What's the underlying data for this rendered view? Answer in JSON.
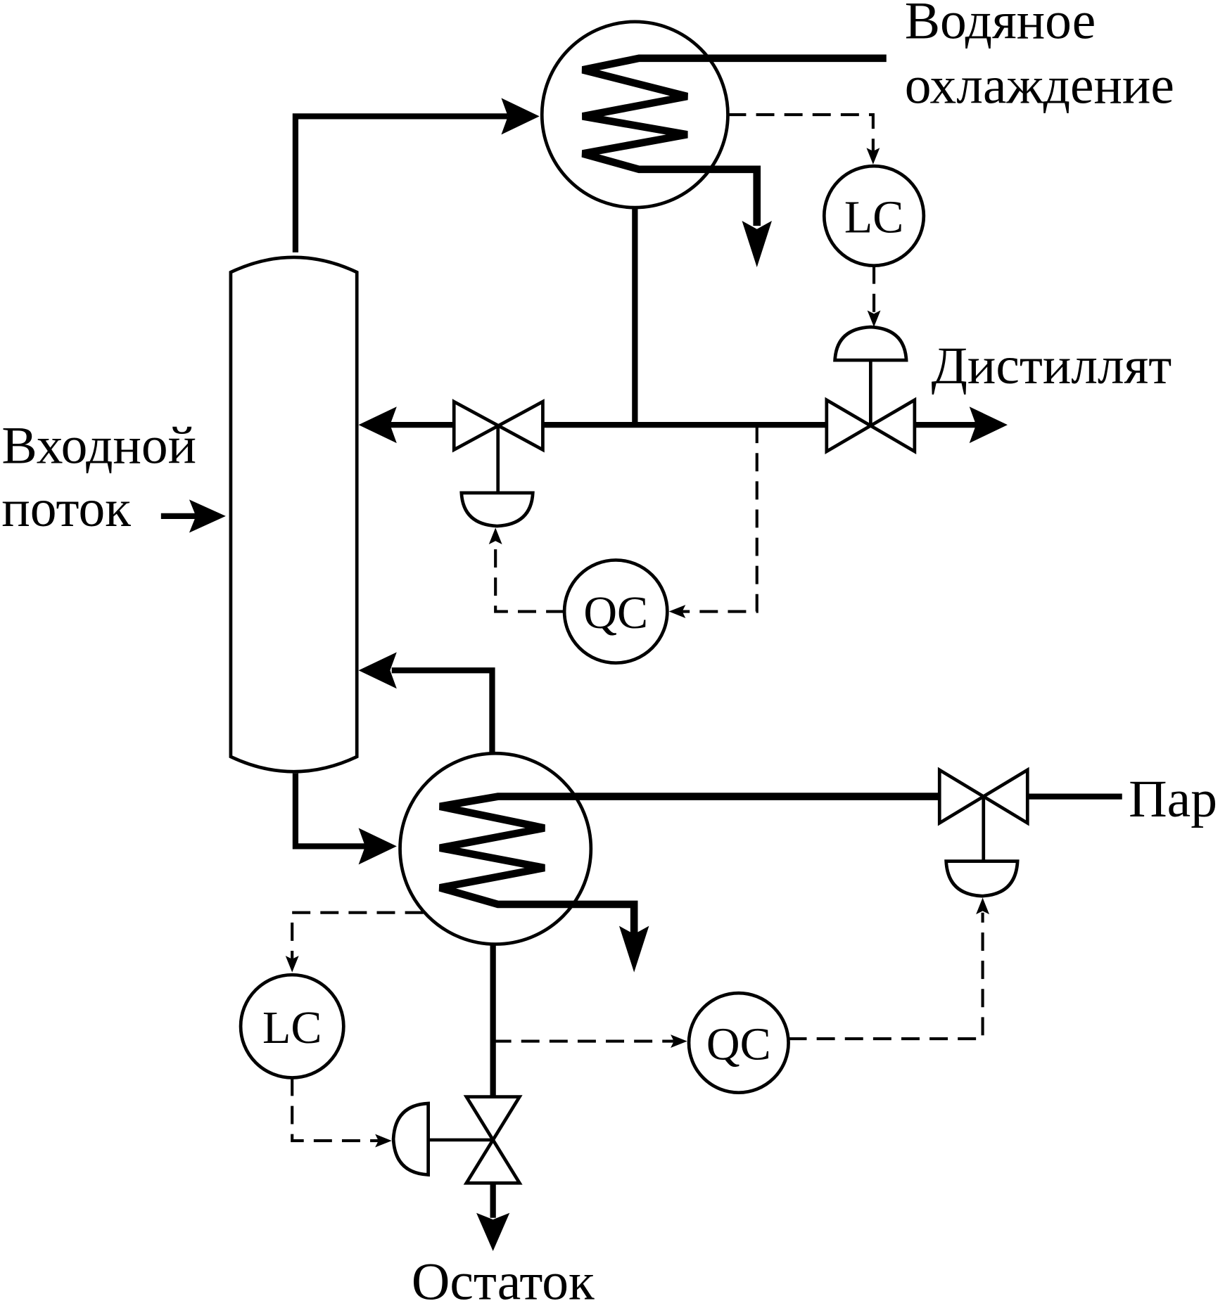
{
  "diagram": {
    "title": "Distillation column control scheme",
    "labels": {
      "water_cooling_line1": "Водяное",
      "water_cooling_line2": "охлаждение",
      "distillate": "Дистиллят",
      "feed_line1": "Входной",
      "feed_line2": "поток",
      "steam": "Пар",
      "bottoms": "Остаток"
    },
    "controllers": {
      "lc_top": "LC",
      "qc_top": "QC",
      "lc_bottom": "LC",
      "qc_bottom": "QC"
    },
    "colors": {
      "line": "#000000",
      "background": "#ffffff"
    }
  }
}
